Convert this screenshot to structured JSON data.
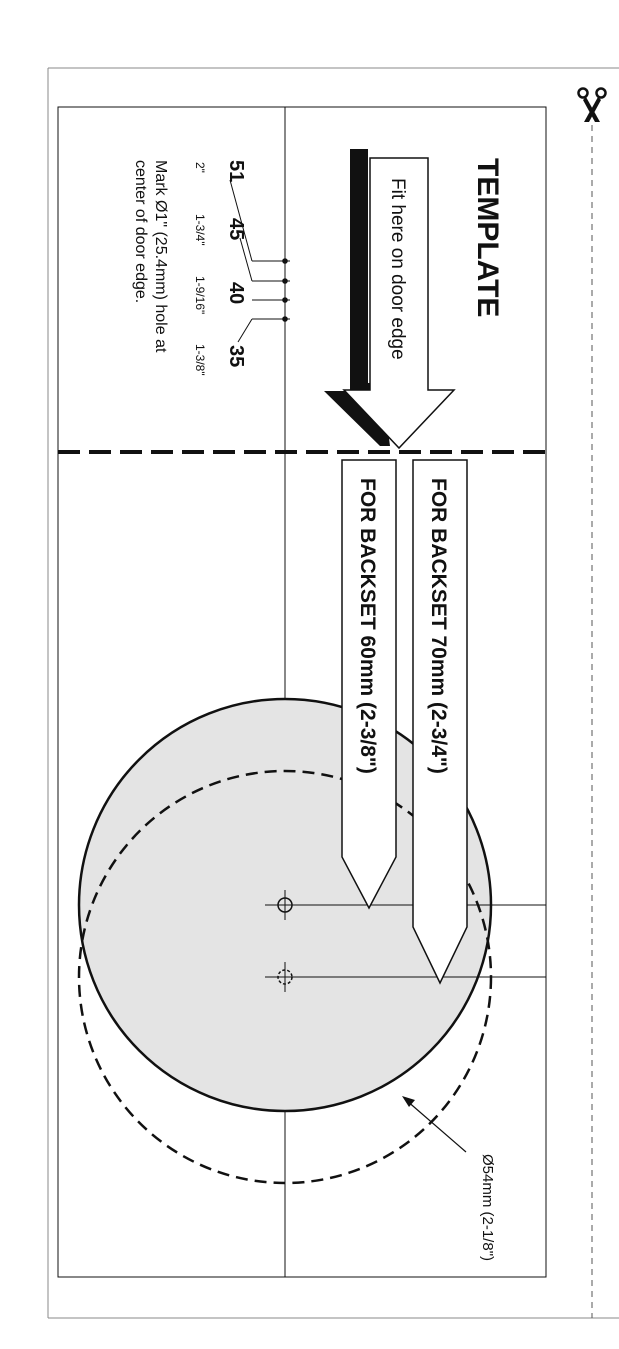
{
  "template": {
    "title": "TEMPLATE",
    "fit_label": "Fit here on door edge",
    "note_line1": "Mark Ø1\" (25.4mm) hole at",
    "note_line2": "center of door edge."
  },
  "door_thickness": {
    "mm": [
      "51",
      "45",
      "40",
      "35"
    ],
    "inches": [
      "2\"",
      "1-3/4\"",
      "1-9/16\"",
      "1-3/8\""
    ]
  },
  "backsets": [
    {
      "label": "FOR BACKSET 70mm (2-3/4\")"
    },
    {
      "label": "FOR BACKSET 60mm (2-3/8\")"
    }
  ],
  "bore": {
    "diameter_label": "Ø54mm (2-1/8\")"
  },
  "icons": {
    "scissors": "scissors-icon"
  },
  "colors": {
    "line": "#111111",
    "bore_fill": "#e4e4e4",
    "background": "#ffffff"
  }
}
